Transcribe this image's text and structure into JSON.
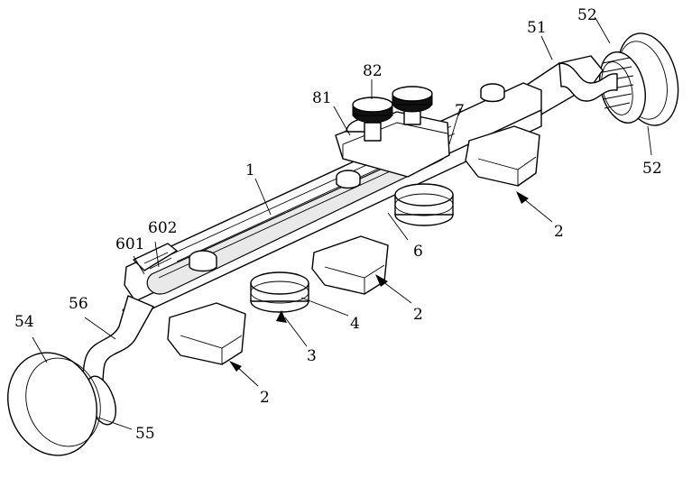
{
  "labels": {
    "l1": "1",
    "l2a": "2",
    "l2b": "2",
    "l2c": "2",
    "l3": "3",
    "l4": "4",
    "l6": "6",
    "l7": "7",
    "l51": "51",
    "l52a": "52",
    "l52b": "52",
    "l54": "54",
    "l55": "55",
    "l56": "56",
    "l81": "81",
    "l82": "82",
    "l601": "601",
    "l602": "602"
  }
}
